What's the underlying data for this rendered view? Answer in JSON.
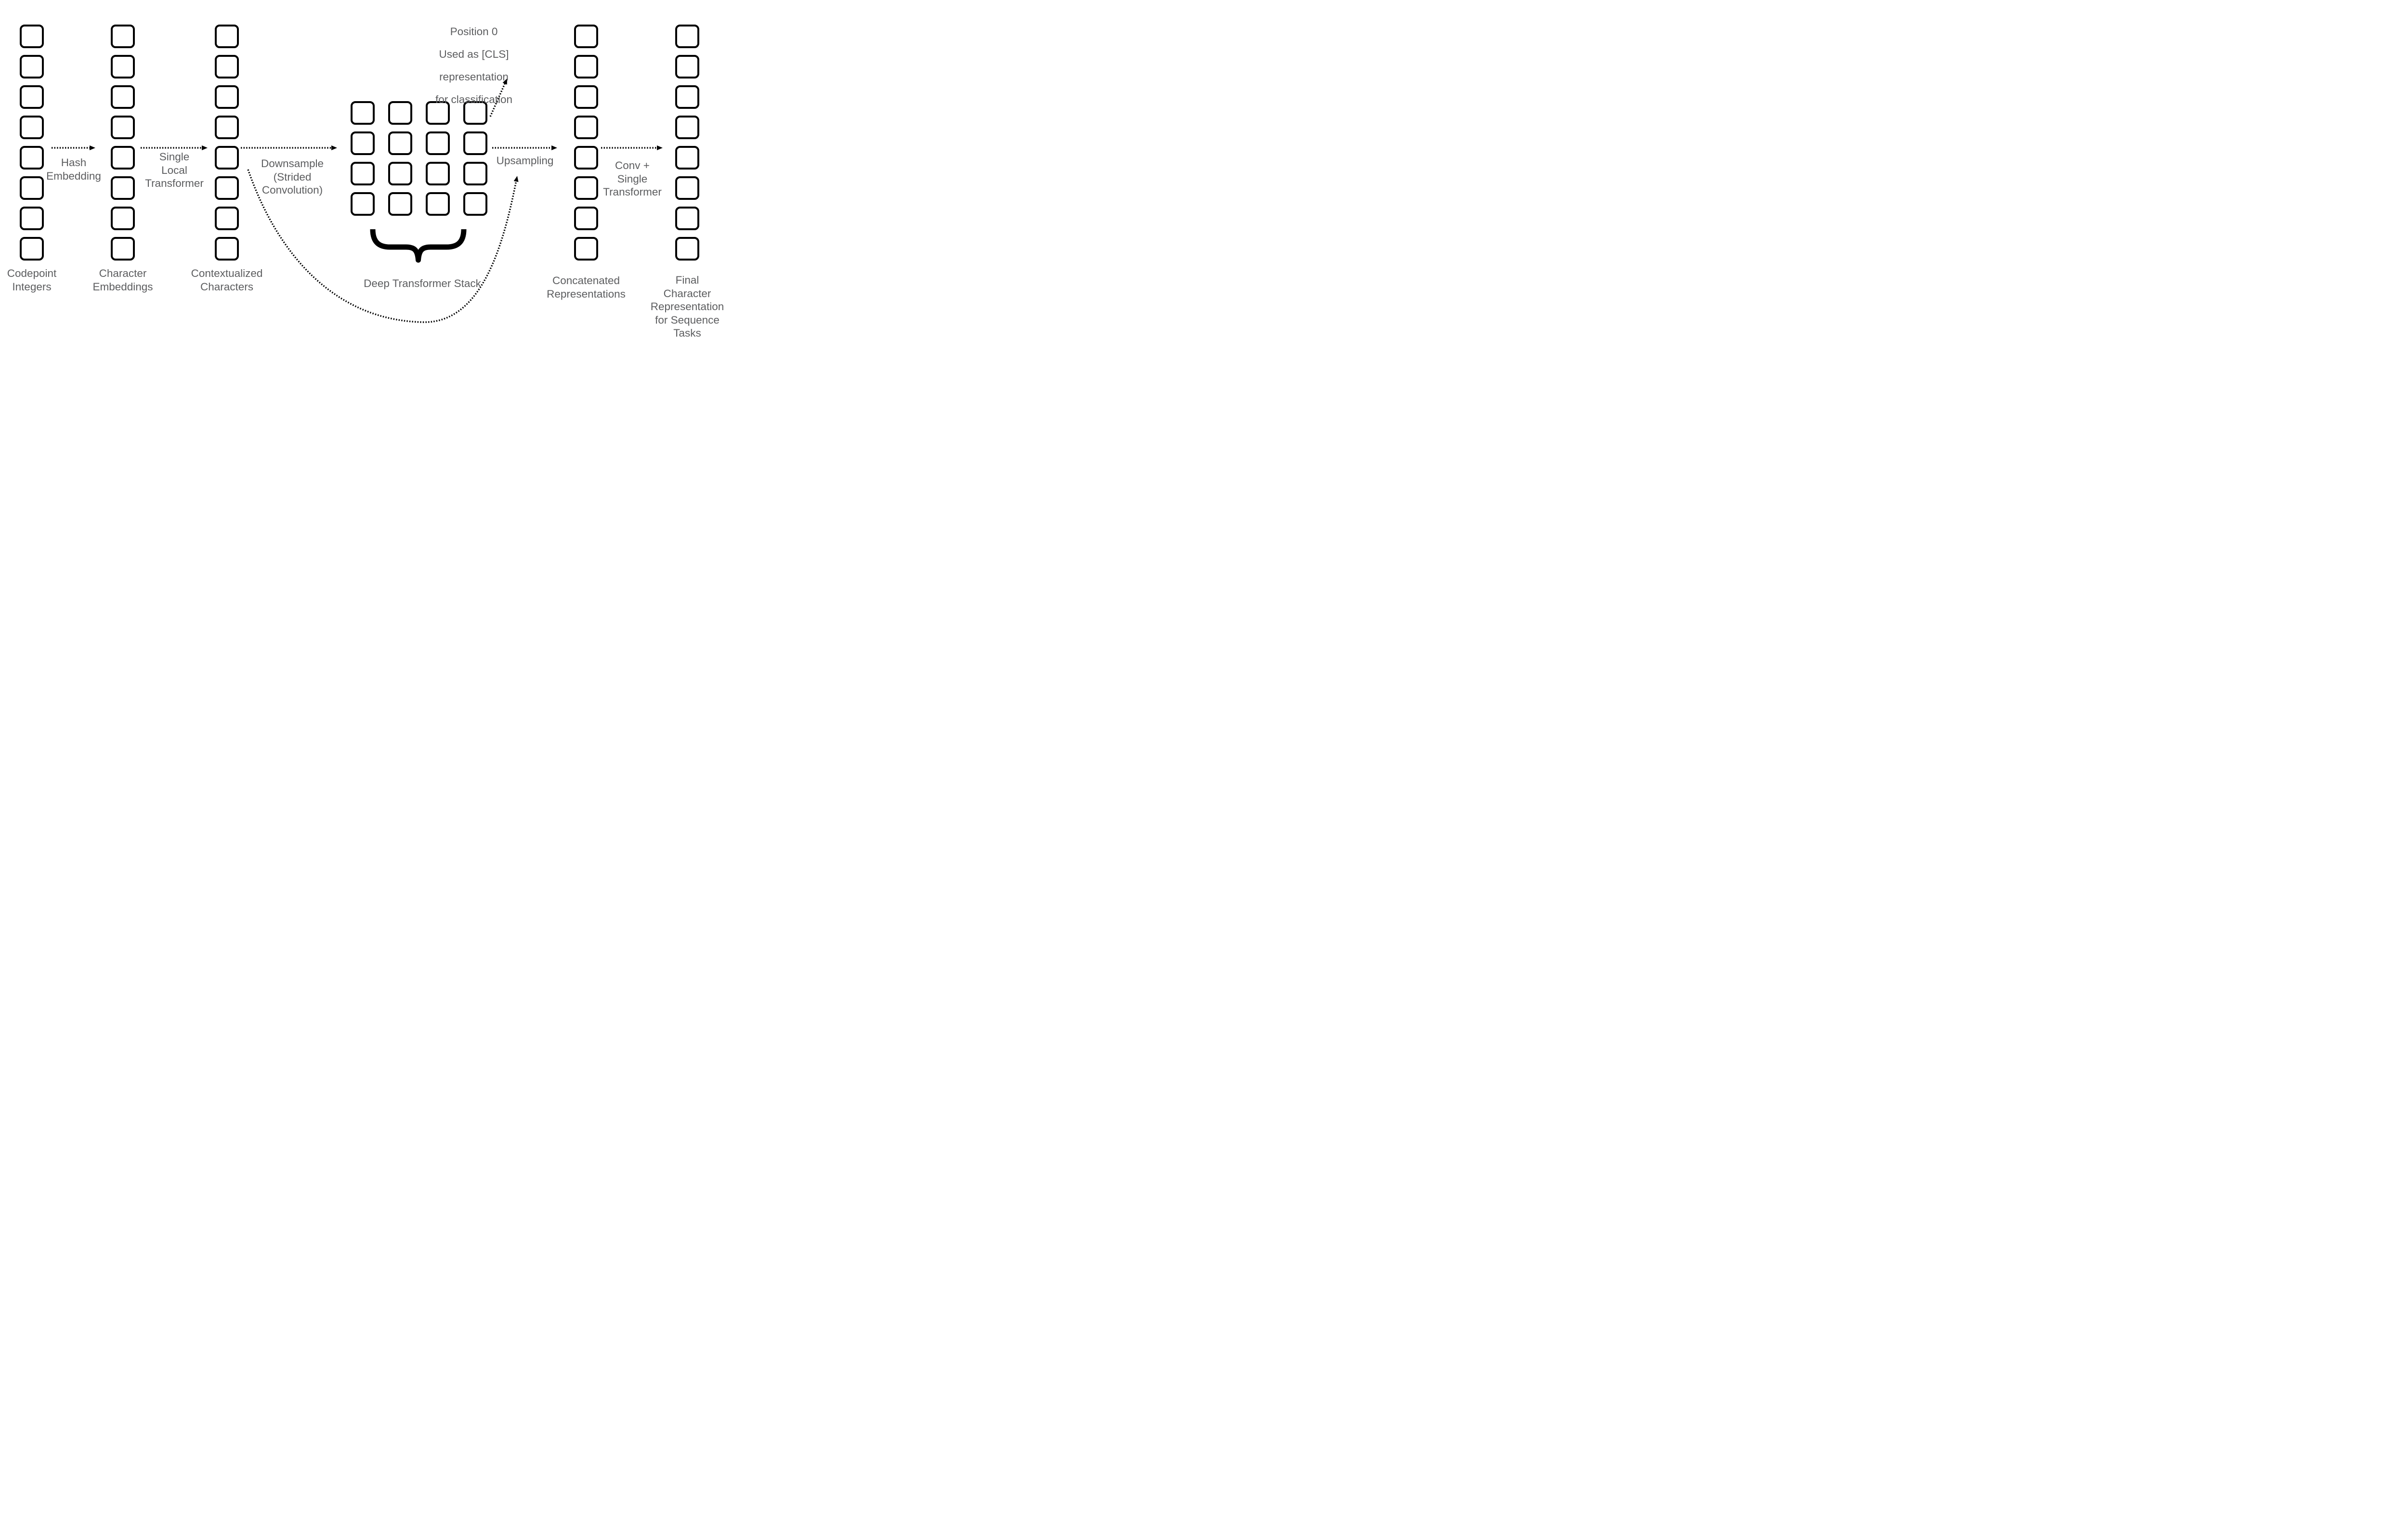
{
  "figure": {
    "columns": [
      {
        "id": "codepoint-integers",
        "label": "Codepoint\nIntegers",
        "box_count": 8
      },
      {
        "id": "character-embeddings",
        "label": "Character\nEmbeddings",
        "box_count": 8
      },
      {
        "id": "contextualized-characters",
        "label": "Contextualized\nCharacters",
        "box_count": 8
      },
      {
        "id": "concatenated-representations",
        "label": "Concatenated\nRepresentations",
        "box_count": 8
      },
      {
        "id": "final-character-representation",
        "label": "Final\nCharacter\nRepresentation\nfor Sequence Tasks",
        "box_count": 8
      }
    ],
    "grid": {
      "rows": 4,
      "cols": 4,
      "cell_count": 16,
      "label": "Deep Transformer Stack"
    },
    "process_arrows": [
      {
        "id": "hash-embedding",
        "label": "Hash\nEmbedding"
      },
      {
        "id": "single-local-transformer",
        "label": "Single\nLocal\nTransformer"
      },
      {
        "id": "downsample",
        "label": "Downsample\n(Strided\nConvolution)"
      },
      {
        "id": "upsampling",
        "label": "Upsampling"
      },
      {
        "id": "conv-single-transformer",
        "label": "Conv +\nSingle\nTransformer"
      }
    ],
    "cls_note": "Position 0\nUsed as [CLS]\nrepresentation\nfor classification",
    "colors": {
      "box_border": "#000000",
      "arrow": "#000000",
      "label_gray": "#5c5d5f",
      "background": "#ffffff"
    }
  }
}
